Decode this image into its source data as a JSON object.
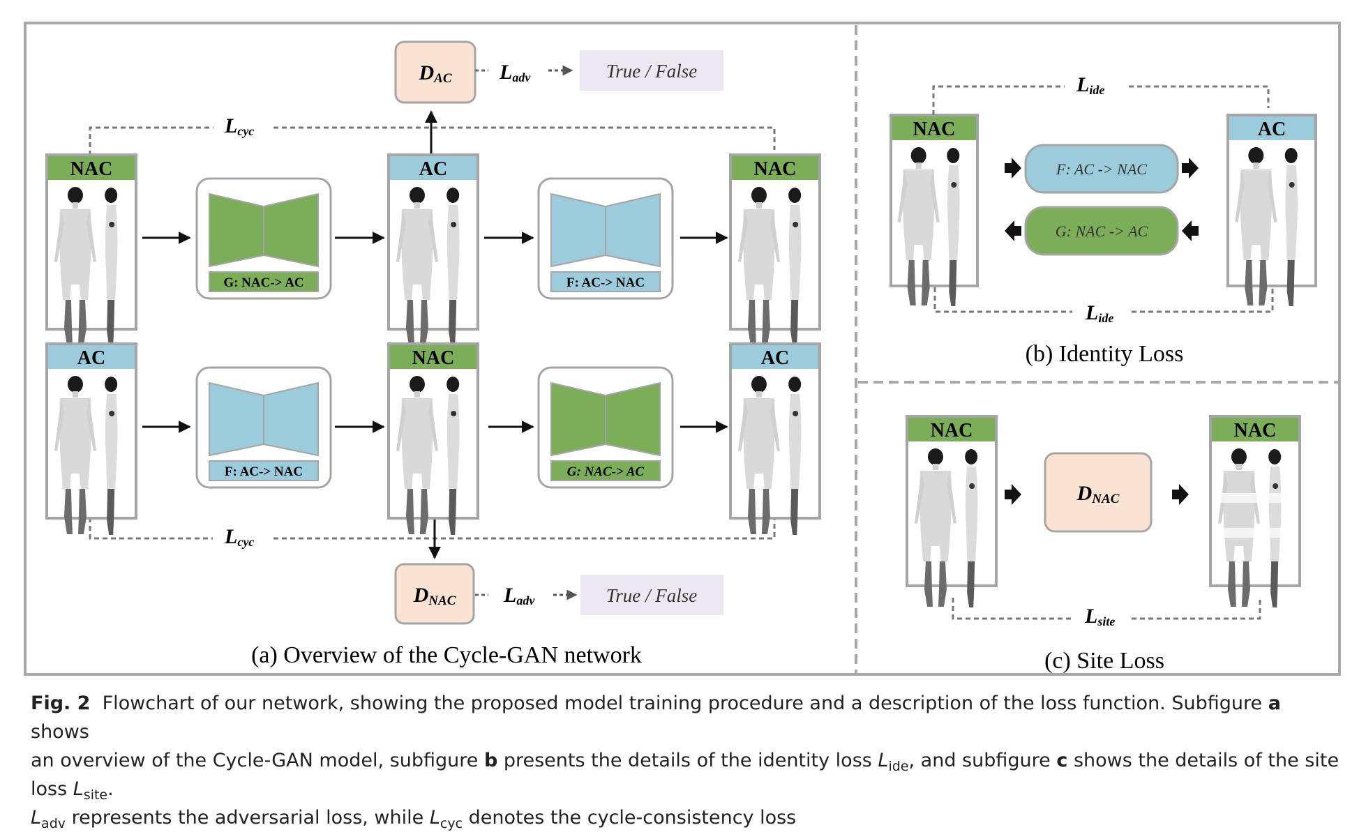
{
  "panel_a": {
    "caption": "(a) Overview of the Cycle-GAN network",
    "top_row": [
      "NAC",
      "AC",
      "NAC"
    ],
    "bottom_row": [
      "AC",
      "NAC",
      "AC"
    ],
    "gen_top_1": "G: NAC-> AC",
    "gen_top_2": "F: AC-> NAC",
    "gen_bottom_1": "F: AC-> NAC",
    "gen_bottom_2": "G: NAC-> AC",
    "disc_ac": {
      "main": "D",
      "sub": "AC"
    },
    "disc_nac": {
      "main": "D",
      "sub": "NAC"
    },
    "l_adv": {
      "main": "L",
      "sub": "adv"
    },
    "l_cyc": {
      "main": "L",
      "sub": "cyc"
    },
    "true_false": "True / False"
  },
  "panel_b": {
    "caption": "(b) Identity Loss",
    "left_label": "NAC",
    "right_label": "AC",
    "gen_f": "F: AC -> NAC",
    "gen_g": "G: NAC -> AC",
    "l_ide": {
      "main": "L",
      "sub": "ide"
    }
  },
  "panel_c": {
    "caption": "(c) Site Loss",
    "left_label": "NAC",
    "right_label": "NAC",
    "disc": {
      "main": "D",
      "sub": "NAC"
    },
    "l_site": {
      "main": "L",
      "sub": "site"
    }
  },
  "caption": {
    "fig_label": "Fig. 2",
    "line1_a": "Flowchart of our network, showing the proposed model training procedure and a description of the loss function. Subfigure",
    "bold_a": "a",
    "line1_b": "shows",
    "line2_a": "an overview of the Cycle-GAN model, subfigure",
    "bold_b": "b",
    "line2_b": "presents the details of the identity loss",
    "ide_main": "L",
    "ide_sub": "ide",
    "line2_c": ", and subfigure",
    "bold_c": "c",
    "line2_d": "shows the details of the site loss",
    "site_main": "L",
    "site_sub": "site",
    "line2_e": ".",
    "adv_main": "L",
    "adv_sub": "adv",
    "line3_a": "represents the adversarial loss, while",
    "cyc_main": "L",
    "cyc_sub": "cyc",
    "line3_b": "denotes the cycle-consistency loss"
  },
  "colors": {
    "green": "#7cae5a",
    "blue": "#9ccbdb",
    "peach": "#fbe3d3",
    "lavender": "#ece8f1",
    "gray": "#a5a5a5"
  }
}
